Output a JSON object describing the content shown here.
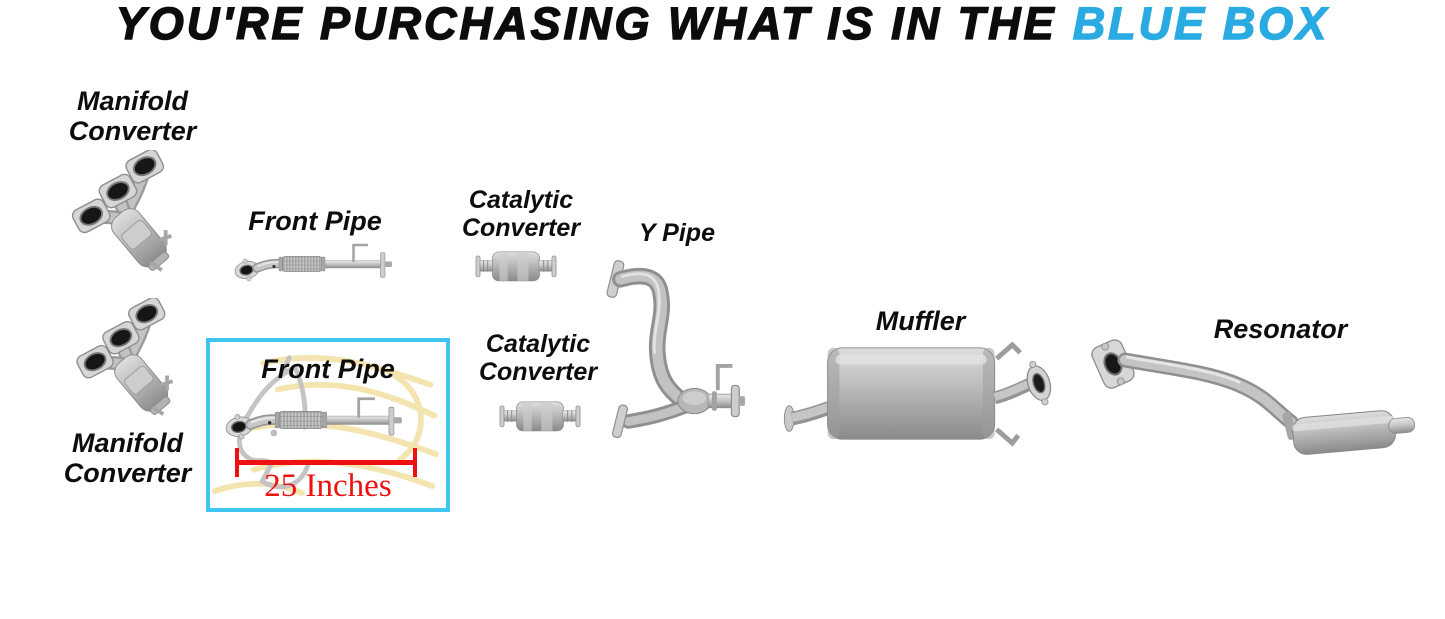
{
  "title": {
    "main": "YOU'RE PURCHASING WHAT IS IN THE",
    "highlight": "BLUE BOX"
  },
  "labels": {
    "manifold_converter_top": "Manifold Converter",
    "front_pipe": "Front Pipe",
    "catalytic_converter_top": "Catalytic Converter",
    "y_pipe": "Y Pipe",
    "muffler": "Muffler",
    "resonator": "Resonator",
    "manifold_converter_bottom": "Manifold Converter",
    "catalytic_converter_bottom": "Catalytic Converter"
  },
  "highlight_box": {
    "part_label": "Front Pipe",
    "measurement": "25 Inches"
  },
  "icons": {
    "parts": [
      "manifold-converter",
      "front-pipe",
      "catalytic-converter",
      "y-pipe",
      "muffler",
      "resonator",
      "horse-watermark"
    ]
  },
  "colors": {
    "title_text": "#0c0c0c",
    "title_highlight": "#29abe2",
    "box_border": "#3ec6f0",
    "measurement_red": "#ee1111",
    "label_text": "#0d0d0d"
  }
}
